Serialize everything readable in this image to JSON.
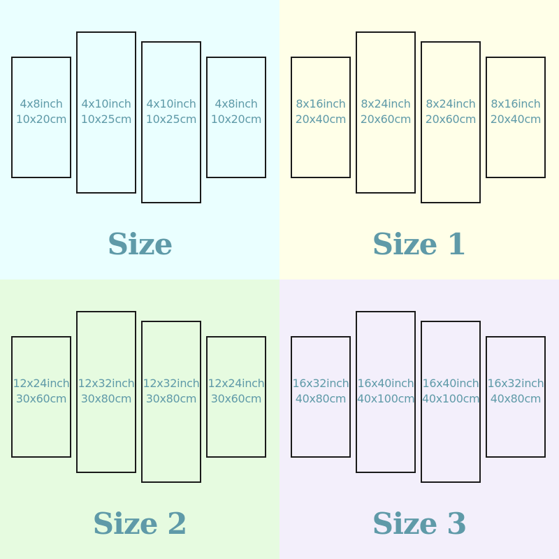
{
  "colors": {
    "text": "#5f9aa8",
    "border": "#1a1a1a"
  },
  "quadrants": [
    {
      "title": "Size",
      "background": "#eaffff",
      "panels": [
        {
          "inch": "4x8inch",
          "cm": "10x20cm"
        },
        {
          "inch": "4x10inch",
          "cm": "10x25cm"
        },
        {
          "inch": "4x10inch",
          "cm": "10x25cm"
        },
        {
          "inch": "4x8inch",
          "cm": "10x20cm"
        }
      ]
    },
    {
      "title": "Size 1",
      "background": "#ffffe8",
      "panels": [
        {
          "inch": "8x16inch",
          "cm": "20x40cm"
        },
        {
          "inch": "8x24inch",
          "cm": "20x60cm"
        },
        {
          "inch": "8x24inch",
          "cm": "20x60cm"
        },
        {
          "inch": "8x16inch",
          "cm": "20x40cm"
        }
      ]
    },
    {
      "title": "Size 2",
      "background": "#e6fbe0",
      "panels": [
        {
          "inch": "12x24inch",
          "cm": "30x60cm"
        },
        {
          "inch": "12x32inch",
          "cm": "30x80cm"
        },
        {
          "inch": "12x32inch",
          "cm": "30x80cm"
        },
        {
          "inch": "12x24inch",
          "cm": "30x60cm"
        }
      ]
    },
    {
      "title": "Size 3",
      "background": "#f3effb",
      "panels": [
        {
          "inch": "16x32inch",
          "cm": "40x80cm"
        },
        {
          "inch": "16x40inch",
          "cm": "40x100cm"
        },
        {
          "inch": "16x40inch",
          "cm": "40x100cm"
        },
        {
          "inch": "16x32inch",
          "cm": "40x80cm"
        }
      ]
    }
  ]
}
